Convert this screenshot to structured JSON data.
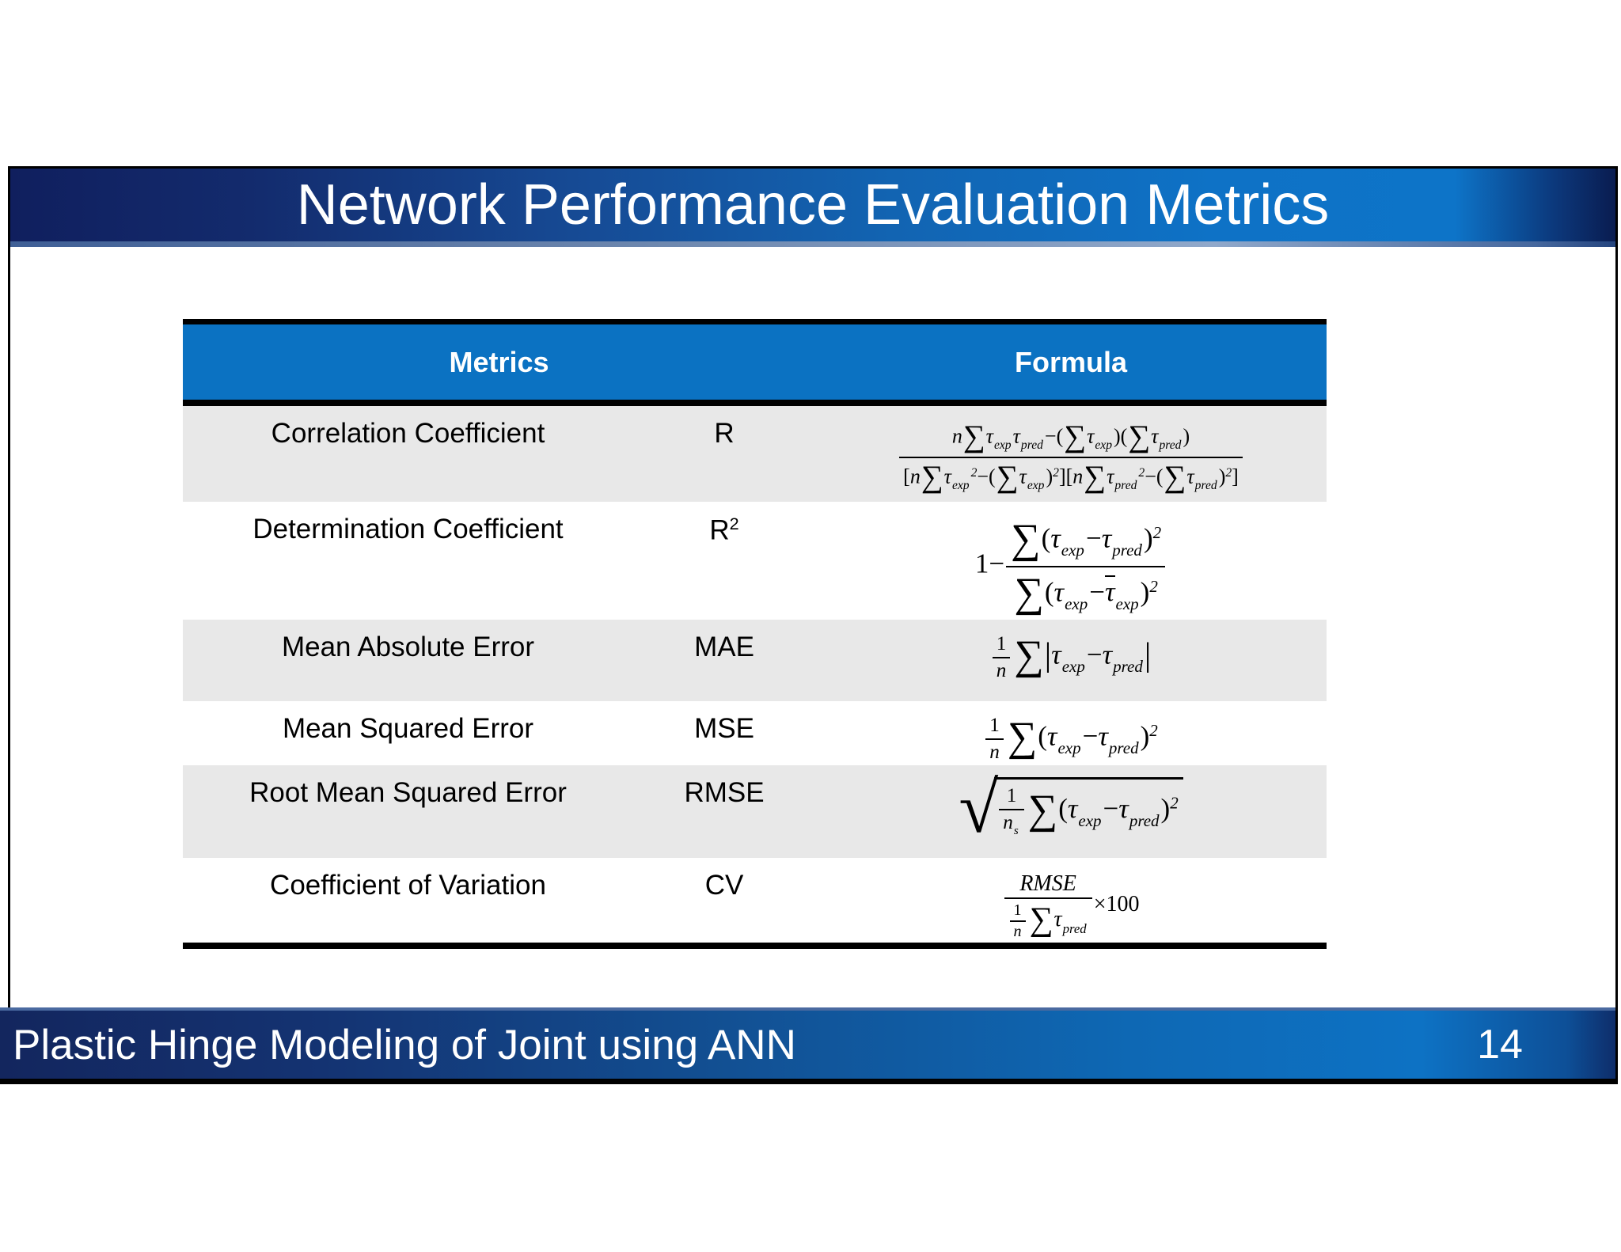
{
  "slide": {
    "title": "Network Performance Evaluation Metrics",
    "footer_text": "Plastic Hinge Modeling of Joint using ANN",
    "page_number": "14"
  },
  "colors": {
    "header_blue": "#0b72c2",
    "row_gray": "#e8e8e8",
    "bar_navy_dark": "#101f5e",
    "bar_bright_blue": "#0d74c8",
    "border_black": "#000000",
    "text_white": "#ffffff",
    "formula_black": "#000000"
  },
  "table": {
    "header_metrics": "Metrics",
    "header_formula": "Formula",
    "rows": [
      {
        "name": "Correlation Coefficient",
        "abbr": "R",
        "formula": [
          {
            "f": {
              "n": [
                {
                  "t": "n",
                  "k": "v"
                },
                {
                  "t": "∑",
                  "k": "sg"
                },
                {
                  "t": "τ",
                  "k": "v"
                },
                {
                  "t": "exp",
                  "k": "sb"
                },
                {
                  "t": "τ",
                  "k": "v"
                },
                {
                  "t": "pred",
                  "k": "sb"
                },
                {
                  "t": "−(",
                  "k": "o"
                },
                {
                  "t": "∑",
                  "k": "sg"
                },
                {
                  "t": "τ",
                  "k": "v"
                },
                {
                  "t": "exp",
                  "k": "sb"
                },
                {
                  "t": ")(",
                  "k": "o"
                },
                {
                  "t": "∑",
                  "k": "sg"
                },
                {
                  "t": "τ",
                  "k": "v"
                },
                {
                  "t": "pred",
                  "k": "sb"
                },
                {
                  "t": ")",
                  "k": "o"
                }
              ],
              "d": [
                {
                  "t": "[",
                  "k": "o"
                },
                {
                  "t": "n",
                  "k": "v"
                },
                {
                  "t": "∑",
                  "k": "sg"
                },
                {
                  "t": "τ",
                  "k": "v"
                },
                {
                  "t": "exp",
                  "k": "sb"
                },
                {
                  "t": "2",
                  "k": "sp"
                },
                {
                  "t": "−(",
                  "k": "o"
                },
                {
                  "t": "∑",
                  "k": "sg"
                },
                {
                  "t": "τ",
                  "k": "v"
                },
                {
                  "t": "exp",
                  "k": "sb"
                },
                {
                  "t": ")",
                  "k": "o"
                },
                {
                  "t": "2",
                  "k": "sp"
                },
                {
                  "t": "][",
                  "k": "o"
                },
                {
                  "t": "n",
                  "k": "v"
                },
                {
                  "t": "∑",
                  "k": "sg"
                },
                {
                  "t": "τ",
                  "k": "v"
                },
                {
                  "t": "pred",
                  "k": "sb"
                },
                {
                  "t": "2",
                  "k": "sp"
                },
                {
                  "t": "−(",
                  "k": "o"
                },
                {
                  "t": "∑",
                  "k": "sg"
                },
                {
                  "t": "τ",
                  "k": "v"
                },
                {
                  "t": "pred",
                  "k": "sb"
                },
                {
                  "t": ")",
                  "k": "o"
                },
                {
                  "t": "2",
                  "k": "sp"
                },
                {
                  "t": "]",
                  "k": "o"
                }
              ]
            }
          }
        ]
      },
      {
        "name": "Determination Coefficient",
        "abbr": "R",
        "abbr_sup": "2",
        "formula": [
          {
            "t": "1",
            "k": "d"
          },
          {
            "t": "−",
            "k": "o"
          },
          {
            "f": {
              "n": [
                {
                  "t": "∑",
                  "k": "sg"
                },
                {
                  "t": "(",
                  "k": "o"
                },
                {
                  "t": "τ",
                  "k": "v"
                },
                {
                  "t": "exp",
                  "k": "sb"
                },
                {
                  "t": "−",
                  "k": "o"
                },
                {
                  "t": "τ",
                  "k": "v"
                },
                {
                  "t": "pred",
                  "k": "sb"
                },
                {
                  "t": ")",
                  "k": "o"
                },
                {
                  "t": "2",
                  "k": "sp"
                }
              ],
              "d": [
                {
                  "t": "∑",
                  "k": "sg"
                },
                {
                  "t": "(",
                  "k": "o"
                },
                {
                  "t": "τ",
                  "k": "v"
                },
                {
                  "t": "exp",
                  "k": "sb"
                },
                {
                  "t": "−",
                  "k": "o"
                },
                {
                  "b": [
                    {
                      "t": "τ",
                      "k": "v"
                    }
                  ]
                },
                {
                  "t": "exp",
                  "k": "sb"
                },
                {
                  "t": ")",
                  "k": "o"
                },
                {
                  "t": "2",
                  "k": "sp"
                }
              ]
            }
          }
        ]
      },
      {
        "name": "Mean Absolute Error",
        "abbr": "MAE",
        "formula": [
          {
            "f": {
              "n": [
                {
                  "t": "1",
                  "k": "d"
                }
              ],
              "d": [
                {
                  "t": "n",
                  "k": "v"
                }
              ]
            },
            "sm": true
          },
          {
            "t": "∑",
            "k": "sg"
          },
          {
            "t": "|",
            "k": "ab"
          },
          {
            "t": "τ",
            "k": "v"
          },
          {
            "t": "exp",
            "k": "sb"
          },
          {
            "t": "−",
            "k": "o"
          },
          {
            "t": "τ",
            "k": "v"
          },
          {
            "t": "pred",
            "k": "sb"
          },
          {
            "t": "|",
            "k": "ab"
          }
        ]
      },
      {
        "name": "Mean Squared Error",
        "abbr": "MSE",
        "formula": [
          {
            "f": {
              "n": [
                {
                  "t": "1",
                  "k": "d"
                }
              ],
              "d": [
                {
                  "t": "n",
                  "k": "v"
                }
              ]
            },
            "sm": true
          },
          {
            "t": "∑",
            "k": "sg"
          },
          {
            "t": "(",
            "k": "o"
          },
          {
            "t": "τ",
            "k": "v"
          },
          {
            "t": "exp",
            "k": "sb"
          },
          {
            "t": "−",
            "k": "o"
          },
          {
            "t": "τ",
            "k": "v"
          },
          {
            "t": "pred",
            "k": "sb"
          },
          {
            "t": ")",
            "k": "o"
          },
          {
            "t": "2",
            "k": "sp"
          }
        ]
      },
      {
        "name": "Root Mean Squared Error",
        "abbr": "RMSE",
        "formula": [
          {
            "q": [
              {
                "f": {
                  "n": [
                    {
                      "t": "1",
                      "k": "d"
                    }
                  ],
                  "d": [
                    {
                      "t": "n",
                      "k": "v"
                    },
                    {
                      "t": "s",
                      "k": "sb"
                    }
                  ]
                },
                "sm": true
              },
              {
                "t": "∑",
                "k": "sg"
              },
              {
                "t": "(",
                "k": "o"
              },
              {
                "t": "τ",
                "k": "v"
              },
              {
                "t": "exp",
                "k": "sb"
              },
              {
                "t": "−",
                "k": "o"
              },
              {
                "t": "τ",
                "k": "v"
              },
              {
                "t": "pred",
                "k": "sb"
              },
              {
                "t": ")",
                "k": "o"
              },
              {
                "t": "2",
                "k": "sp"
              }
            ]
          }
        ]
      },
      {
        "name": "Coefficient of Variation",
        "abbr": "CV",
        "formula": [
          {
            "f": {
              "n": [
                {
                  "t": "RMSE",
                  "k": "v"
                }
              ],
              "d": [
                {
                  "f": {
                    "n": [
                      {
                        "t": "1",
                        "k": "d"
                      }
                    ],
                    "d": [
                      {
                        "t": "n",
                        "k": "v"
                      }
                    ]
                  },
                  "sm": true
                },
                {
                  "t": "∑",
                  "k": "sg"
                },
                {
                  "t": "τ",
                  "k": "v"
                },
                {
                  "t": "pred",
                  "k": "sb"
                }
              ]
            }
          },
          {
            "t": "×100",
            "k": "o"
          }
        ]
      }
    ]
  }
}
